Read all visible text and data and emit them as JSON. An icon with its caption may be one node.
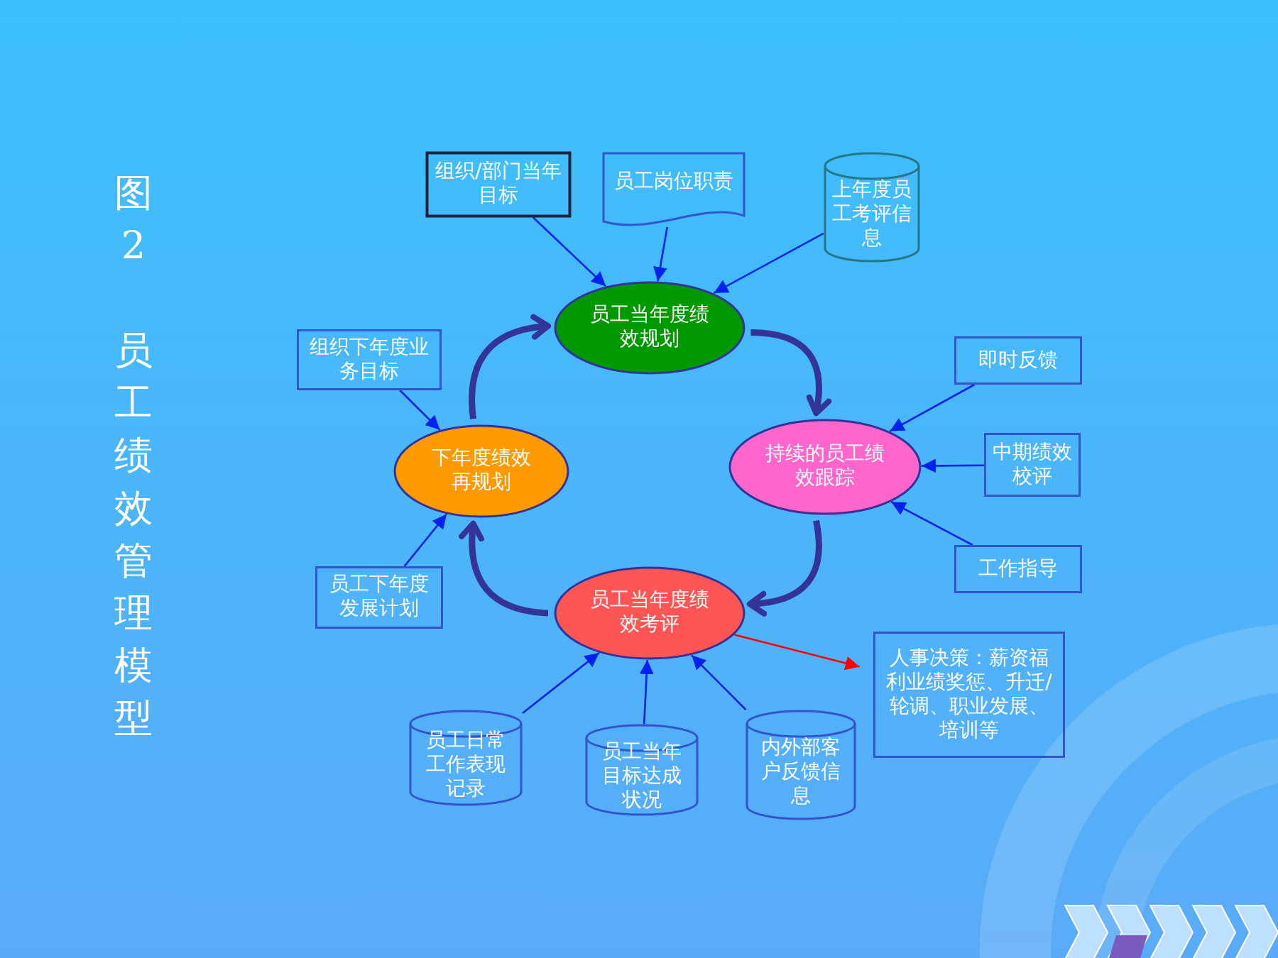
{
  "diagram": {
    "title": "图2 员工绩效管理模型",
    "nodes": [
      {
        "text": [
          "组织/部门当年目标"
        ]
      },
      {
        "text": [
          "员工岗位职责"
        ]
      },
      {
        "text": [
          "上年度员工考评信息"
        ]
      },
      {
        "text": [
          "员工当年度绩效规划"
        ]
      },
      {
        "text": [
          "组织下年度业务目标"
        ]
      },
      {
        "text": [
          "即时反馈"
        ]
      },
      {
        "text": [
          "下年度绩效再规划"
        ]
      },
      {
        "text": [
          "持续的员工绩效跟踪"
        ]
      },
      {
        "text": [
          "中期绩效校评"
        ]
      },
      {
        "text": [
          "员工下年度发展计划"
        ]
      },
      {
        "text": [
          "工作指导"
        ]
      },
      {
        "text": [
          "员工当年度绩效考评"
        ]
      },
      {
        "text": [
          "人事决策：薪资福利业绩奖惩、升迁/轮调、职业发展、培训等"
        ]
      },
      {
        "text": [
          "员工日常工作表现记录"
        ]
      },
      {
        "text": [
          "员工当年目标达成状况"
        ]
      },
      {
        "text": [
          "内外部客户反馈信息"
        ]
      }
    ],
    "edges": [
      {
        "from": 0,
        "to": 3,
        "arrow": "to"
      },
      {
        "from": 1,
        "to": 3,
        "arrow": "to"
      },
      {
        "from": 2,
        "to": 3,
        "arrow": "to"
      },
      {
        "from": 3,
        "to": 7,
        "arrow": "to",
        "style": "thick",
        "color": "#333399"
      },
      {
        "from": 4,
        "to": 6,
        "arrow": "to"
      },
      {
        "from": 5,
        "to": 7,
        "arrow": "to"
      },
      {
        "from": 8,
        "to": 7,
        "arrow": "to"
      },
      {
        "from": 10,
        "to": 7,
        "arrow": "to"
      },
      {
        "from": 7,
        "to": 11,
        "arrow": "to",
        "style": "thick",
        "color": "#333399"
      },
      {
        "from": 11,
        "to": 6,
        "arrow": "to",
        "style": "thick",
        "color": "#333399"
      },
      {
        "from": 6,
        "to": 3,
        "arrow": "to",
        "style": "thick",
        "color": "#333399"
      },
      {
        "from": 9,
        "to": 6,
        "arrow": "to"
      },
      {
        "from": 13,
        "to": 11,
        "arrow": "to"
      },
      {
        "from": 14,
        "to": 11,
        "arrow": "to"
      },
      {
        "from": 15,
        "to": 11,
        "arrow": "to"
      },
      {
        "from": 11,
        "to": 12,
        "arrow": "to",
        "color": "#ff0000"
      }
    ]
  }
}
